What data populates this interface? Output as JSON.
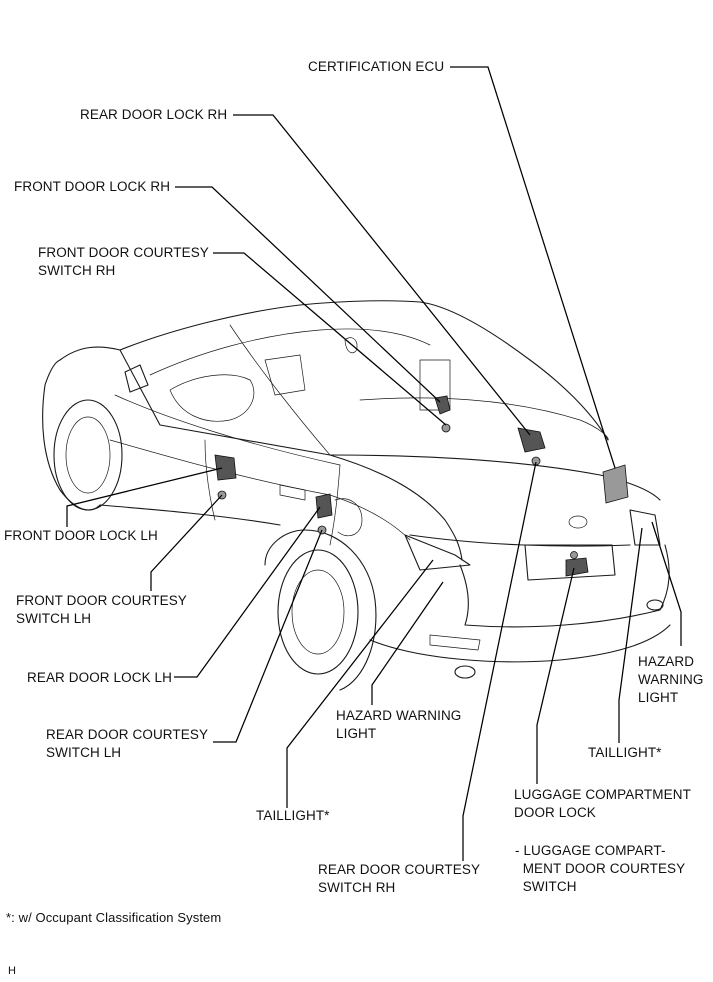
{
  "labels": {
    "certification_ecu": "CERTIFICATION ECU",
    "rear_door_lock_rh": "REAR DOOR LOCK RH",
    "front_door_lock_rh": "FRONT DOOR LOCK RH",
    "front_door_courtesy_switch_rh": "FRONT DOOR COURTESY\nSWITCH RH",
    "front_door_lock_lh": "FRONT DOOR LOCK LH",
    "front_door_courtesy_switch_lh": "FRONT DOOR COURTESY\nSWITCH LH",
    "rear_door_lock_lh": "REAR DOOR LOCK LH",
    "rear_door_courtesy_switch_lh": "REAR DOOR COURTESY\nSWITCH LH",
    "hazard_warning_light_center": "HAZARD WARNING\nLIGHT",
    "taillight_center": "TAILLIGHT*",
    "rear_door_courtesy_switch_rh": "REAR DOOR COURTESY\nSWITCH RH",
    "hazard_warning_light_right": "HAZARD\nWARNING\nLIGHT",
    "taillight_right": "TAILLIGHT*",
    "luggage_compartment_door_lock": "LUGGAGE COMPARTMENT\nDOOR LOCK",
    "luggage_compartment_door_courtesy_switch": "- LUGGAGE COMPART-\n  MENT DOOR COURTESY\n  SWITCH"
  },
  "footnote": "*: w/ Occupant Classification System",
  "figure_code": "H"
}
